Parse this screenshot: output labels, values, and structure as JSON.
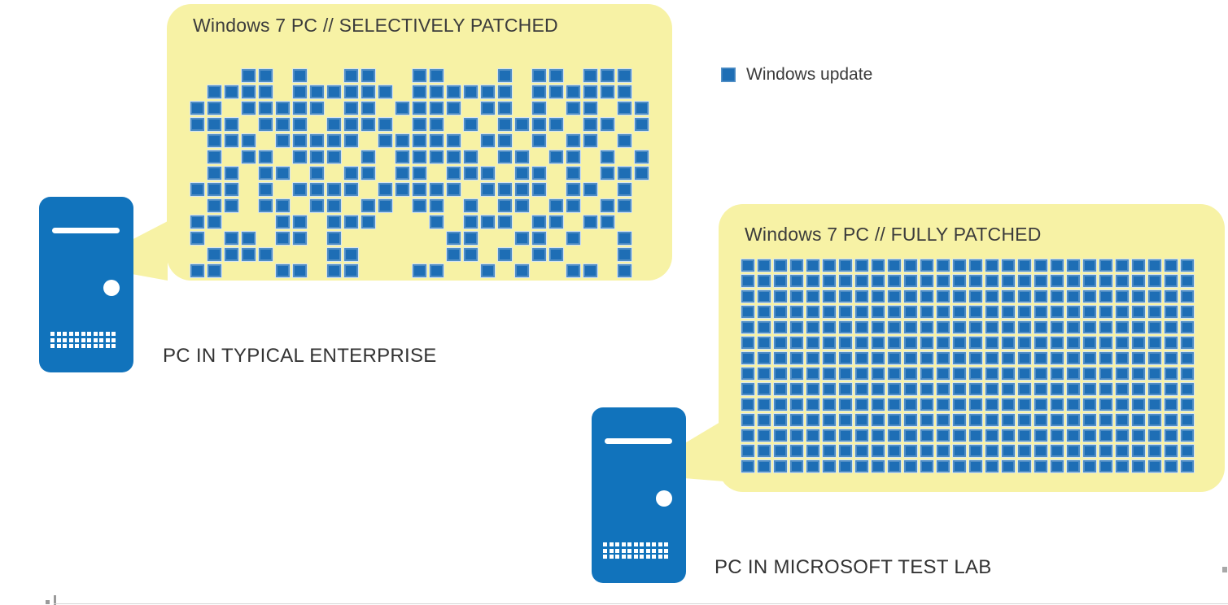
{
  "colors": {
    "bubble_yellow": "#F7F2A5",
    "square_blue": "#1E6EB5",
    "square_border": "#D6E5F2",
    "pc_blue": "#1173BC",
    "text_dark": "#3C3C3C"
  },
  "legend": {
    "label": "Windows update"
  },
  "left_panel": {
    "title": "Windows 7 PC // SELECTIVELY PATCHED",
    "pc_label": "PC IN TYPICAL ENTERPRISE",
    "grid": {
      "columns": 27,
      "rows": 13,
      "fill_style": "scattered",
      "pattern": [
        "000110100110011000101101110",
        "011110111111011111101111110",
        "110111110110111101101011011",
        "111011101111011010111101101",
        "011101111101111101101011010",
        "010110111010111110110110101",
        "011011010110110111011010111",
        "111010111101111101111011010",
        "011011011011011010110110110",
        "110001101110001011101101100",
        "101101101000000110011010010",
        "011110001100000110101100010",
        "110001101100011001010011010"
      ]
    }
  },
  "right_panel": {
    "title": "Windows 7 PC // FULLY PATCHED",
    "pc_label": "PC IN MICROSOFT TEST LAB",
    "grid": {
      "columns": 28,
      "rows": 14,
      "fill_style": "all",
      "pattern": "all"
    }
  }
}
